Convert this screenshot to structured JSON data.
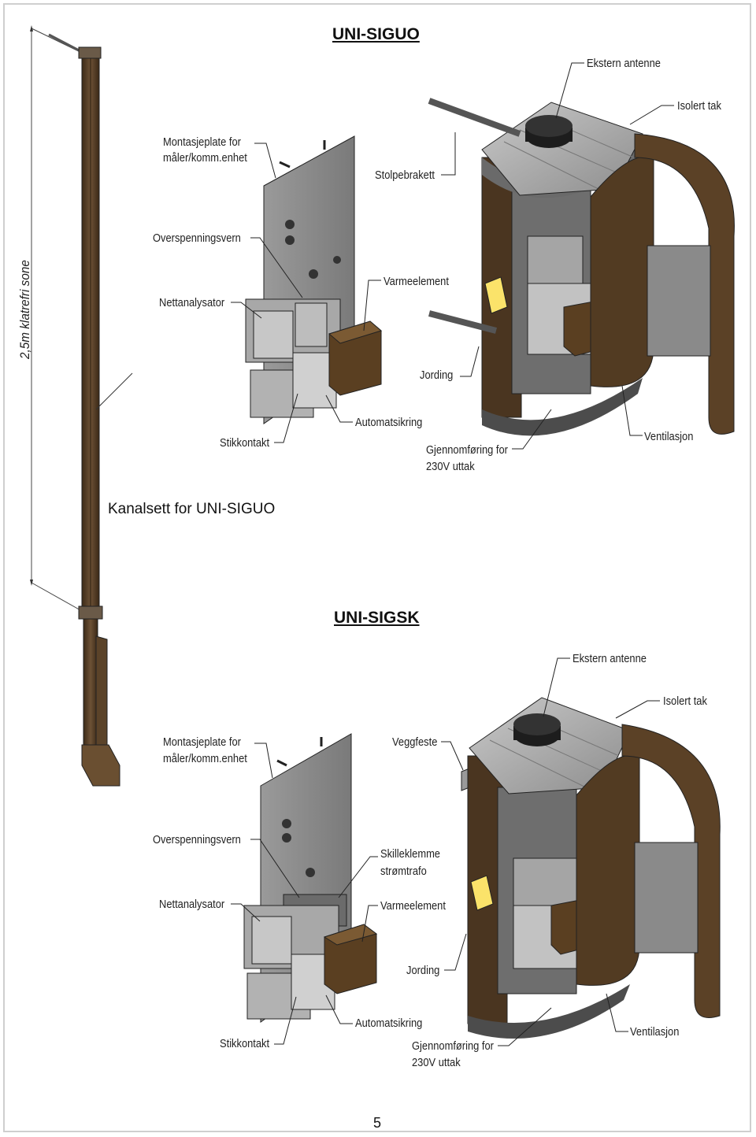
{
  "page": {
    "title_top": "UNI-SIGUO",
    "title_bottom": "UNI-SIGSK",
    "caption": "Kanalsett for UNI-SIGUO",
    "page_number": "5",
    "pole_zone_label": "2,5m klatrefri sone"
  },
  "top_labels": {
    "ekstern_antenne": "Ekstern antenne",
    "isolert_tak": "Isolert tak",
    "montasjeplate_1": "Montasjeplate for",
    "montasjeplate_2": "måler/komm.enhet",
    "stolpebrakett": "Stolpebrakett",
    "overspenningsvern": "Overspenningsvern",
    "varmeelement": "Varmeelement",
    "nettanalysator": "Nettanalysator",
    "jording": "Jording",
    "automatsikring": "Automatsikring",
    "stikkontakt": "Stikkontakt",
    "ventilasjon": "Ventilasjon",
    "gjennomforing_1": "Gjennomføring for",
    "gjennomforing_2": "230V uttak"
  },
  "bottom_labels": {
    "ekstern_antenne": "Ekstern antenne",
    "isolert_tak": "Isolert tak",
    "montasjeplate_1": "Montasjeplate for",
    "montasjeplate_2": "måler/komm.enhet",
    "veggfeste": "Veggfeste",
    "overspenningsvern": "Overspenningsvern",
    "skilleklemme_1": "Skilleklemme",
    "skilleklemme_2": "strømtrafo",
    "nettanalysator": "Nettanalysator",
    "varmeelement": "Varmeelement",
    "jording": "Jording",
    "automatsikring": "Automatsikring",
    "stikkontakt": "Stikkontakt",
    "ventilasjon": "Ventilasjon",
    "gjennomforing_1": "Gjennomføring for",
    "gjennomforing_2": "230V uttak"
  }
}
